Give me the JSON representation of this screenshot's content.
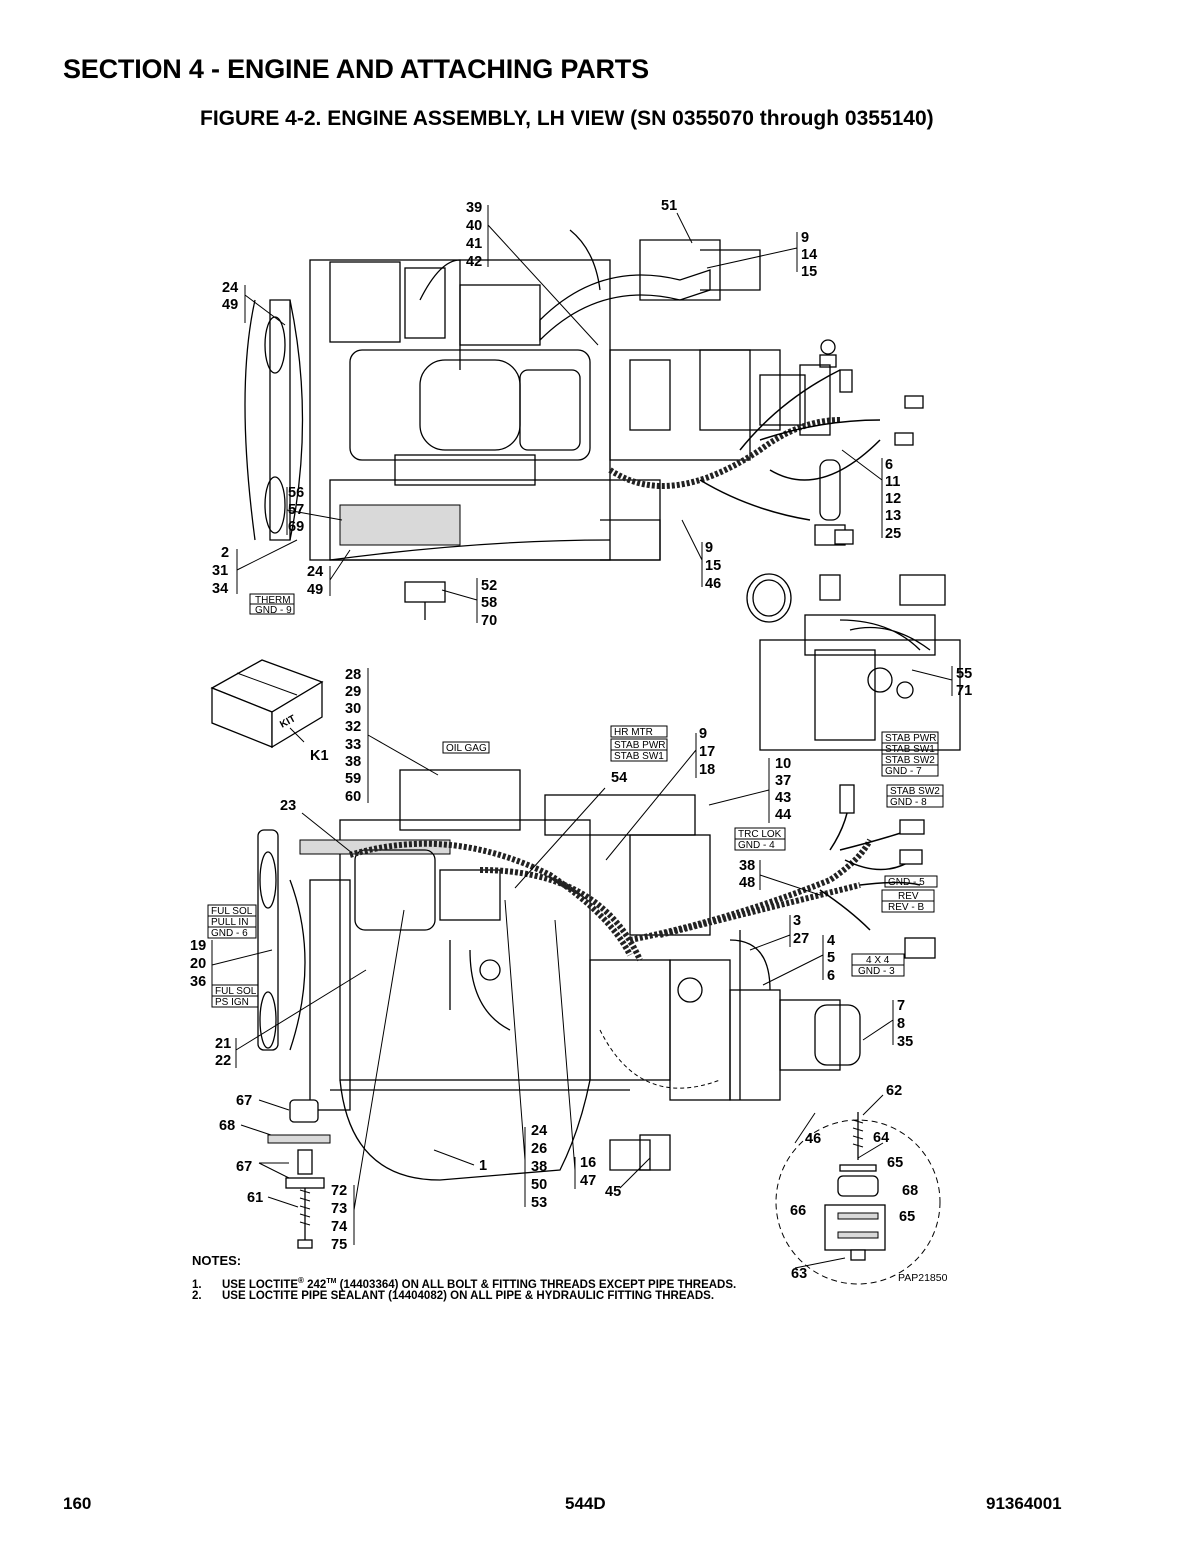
{
  "header": {
    "section_title": "SECTION 4 - ENGINE AND ATTACHING PARTS",
    "figure_title": "FIGURE 4-2. ENGINE ASSEMBLY, LH VIEW (SN 0355070 through 0355140)"
  },
  "callouts": {
    "c_39_42": [
      "39",
      "40",
      "41",
      "42"
    ],
    "c_51": [
      "51"
    ],
    "c_9_14_15": [
      "9",
      "14",
      "15"
    ],
    "c_24_49_top": [
      "24",
      "49"
    ],
    "c_6_25": [
      "6",
      "11",
      "12",
      "13",
      "25"
    ],
    "c_56_69": [
      "56",
      "57",
      "69"
    ],
    "c_2_34": [
      "2",
      "31",
      "34"
    ],
    "c_24_49_low": [
      "24",
      "49"
    ],
    "c_9_15_46": [
      "9",
      "15",
      "46"
    ],
    "c_52_70": [
      "52",
      "58",
      "70"
    ],
    "c_55_71": [
      "55",
      "71"
    ],
    "c_28_60": [
      "28",
      "29",
      "30",
      "32",
      "33",
      "38",
      "59",
      "60"
    ],
    "c_k1": [
      "K1"
    ],
    "c_9_17_18": [
      "9",
      "17",
      "18"
    ],
    "c_54": [
      "54"
    ],
    "c_10_44": [
      "10",
      "37",
      "43",
      "44"
    ],
    "c_23": [
      "23"
    ],
    "c_38_48": [
      "38",
      "48"
    ],
    "c_3_27": [
      "3",
      "27"
    ],
    "c_4_6": [
      "4",
      "5",
      "6"
    ],
    "c_19_36": [
      "19",
      "20",
      "36"
    ],
    "c_21_22": [
      "21",
      "22"
    ],
    "c_7_35": [
      "7",
      "8",
      "35"
    ],
    "c_62": [
      "62"
    ],
    "c_67a": [
      "67"
    ],
    "c_68a": [
      "68"
    ],
    "c_67b": [
      "67"
    ],
    "c_61": [
      "61"
    ],
    "c_72_75": [
      "72",
      "73",
      "74",
      "75"
    ],
    "c_24_53": [
      "24",
      "26",
      "38",
      "50",
      "53"
    ],
    "c_1": [
      "1"
    ],
    "c_16_47": [
      "16",
      "47"
    ],
    "c_45": [
      "45"
    ],
    "c_46": [
      "46"
    ],
    "c_64": [
      "64"
    ],
    "c_65a": [
      "65"
    ],
    "c_68b": [
      "68"
    ],
    "c_66": [
      "66"
    ],
    "c_65b": [
      "65"
    ],
    "c_63": [
      "63"
    ]
  },
  "tags": {
    "therm": [
      "THERM",
      "GND - 9"
    ],
    "hr_mtr": [
      "HR MTR"
    ],
    "stab_pwr_sw1": [
      "STAB PWR",
      "STAB SW1"
    ],
    "oil_gag": [
      "OIL GAG"
    ],
    "trc_lok": [
      "TRC LOK",
      "GND - 4"
    ],
    "stab_pwr_right": [
      "STAB PWR",
      "STAB SW1",
      "STAB SW2",
      "GND - 7"
    ],
    "stab_sw2": [
      "STAB SW2",
      "GND - 8"
    ],
    "gnd5": [
      "GND - 5"
    ],
    "rev": [
      "REV",
      "REV - B"
    ],
    "fourx4": [
      "4 X 4",
      "GND - 3"
    ],
    "ful_sol_pull": [
      "FUL SOL",
      "PULL IN",
      "GND - 6"
    ],
    "ful_sol_ps": [
      "FUL SOL",
      "PS IGN"
    ],
    "kit": [
      "KIT"
    ]
  },
  "notes": {
    "heading": "NOTES:",
    "items": [
      {
        "num": "1.",
        "pre": "USE LOCTITE",
        "reg": "®",
        "mid": " 242",
        "tm": "TM",
        "post": " (14403364) ON ALL BOLT & FITTING THREADS EXCEPT PIPE THREADS."
      },
      {
        "num": "2.",
        "text": "USE LOCTITE PIPE SEALANT (14404082) ON ALL PIPE & HYDRAULIC FITTING THREADS."
      }
    ]
  },
  "drawing_id": "PAP21850",
  "footer": {
    "page": "160",
    "model": "544D",
    "doc_number": "91364001"
  }
}
